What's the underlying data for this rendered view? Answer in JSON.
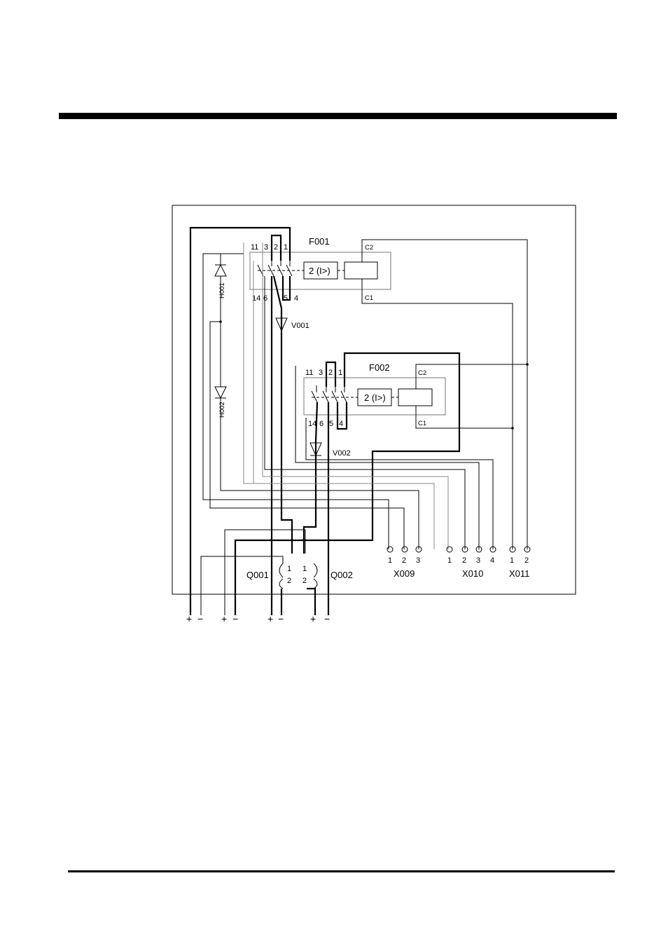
{
  "f001": {
    "label": "F001",
    "terminals_top": [
      "11",
      "3",
      "2",
      "1"
    ],
    "terminals_bottom": [
      "14",
      "6",
      "5",
      "4"
    ],
    "release": "2 (I>)",
    "coil_top": "C2",
    "coil_bottom": "C1"
  },
  "f002": {
    "label": "F002",
    "terminals_top": [
      "11",
      "3",
      "2",
      "1"
    ],
    "terminals_bottom": [
      "14",
      "6",
      "5",
      "4"
    ],
    "release": "2 (I>)",
    "coil_top": "C2",
    "coil_bottom": "C1"
  },
  "diodes": {
    "v001": "V001",
    "v002": "V002"
  },
  "leds": {
    "h001": "H001",
    "h002": "H002"
  },
  "switches": {
    "q001": {
      "label": "Q001",
      "pin1": "1",
      "pin2": "2"
    },
    "q002": {
      "label": "Q002",
      "pin1": "1",
      "pin2": "2"
    }
  },
  "terminal_blocks": {
    "x009": {
      "label": "X009",
      "pins": [
        "1",
        "2",
        "3"
      ]
    },
    "x010": {
      "label": "X010",
      "pins": [
        "1",
        "2",
        "3",
        "4"
      ]
    },
    "x011": {
      "label": "X011",
      "pins": [
        "1",
        "2"
      ]
    }
  },
  "supply": {
    "signs": [
      "+",
      "−",
      "+",
      "−",
      "+",
      "−",
      "+",
      "−"
    ]
  }
}
